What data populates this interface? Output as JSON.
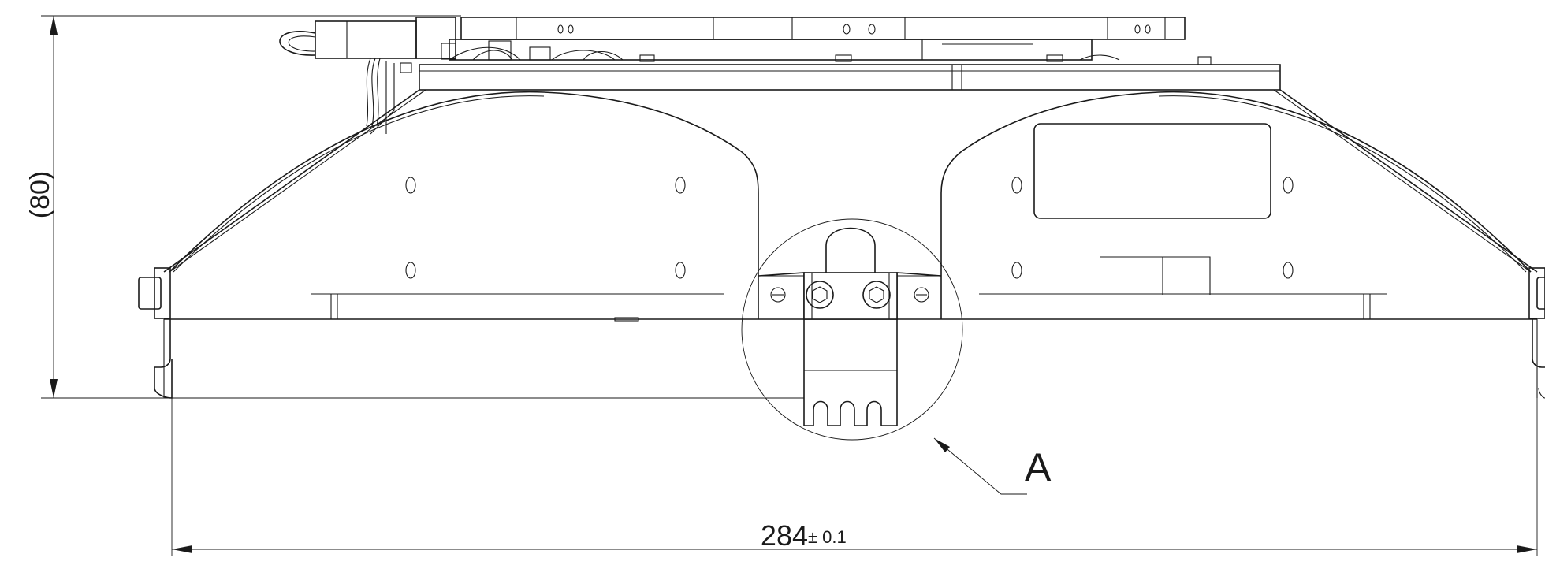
{
  "drawing": {
    "dimension_height": "(80)",
    "dimension_width_value": "284",
    "dimension_width_tolerance": "± 0.1",
    "detail_callout": "A"
  },
  "colors": {
    "line": "#1a1a1a",
    "background": "#ffffff"
  }
}
